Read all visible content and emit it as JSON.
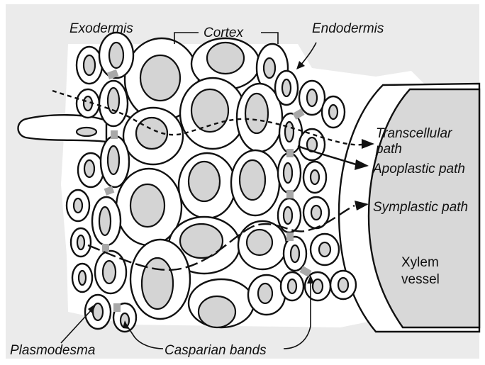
{
  "labels": {
    "exodermis": "Exodermis",
    "cortex": "Cortex",
    "endodermis": "Endodermis",
    "transcellular_line1": "Transcellular",
    "transcellular_line2": "path",
    "apoplastic": "Apoplastic path",
    "symplastic": "Symplastic path",
    "xylem_line1": "Xylem",
    "xylem_line2": "vessel",
    "plasmodesma": "Plasmodesma",
    "casparian": "Casparian bands"
  },
  "colors": {
    "background_panel": "#ebebeb",
    "nucleus_fill": "#d4d4d4",
    "casparian_band": "#a8a8a8",
    "xylem_fill": "#d8d8d8",
    "line": "#111111"
  }
}
